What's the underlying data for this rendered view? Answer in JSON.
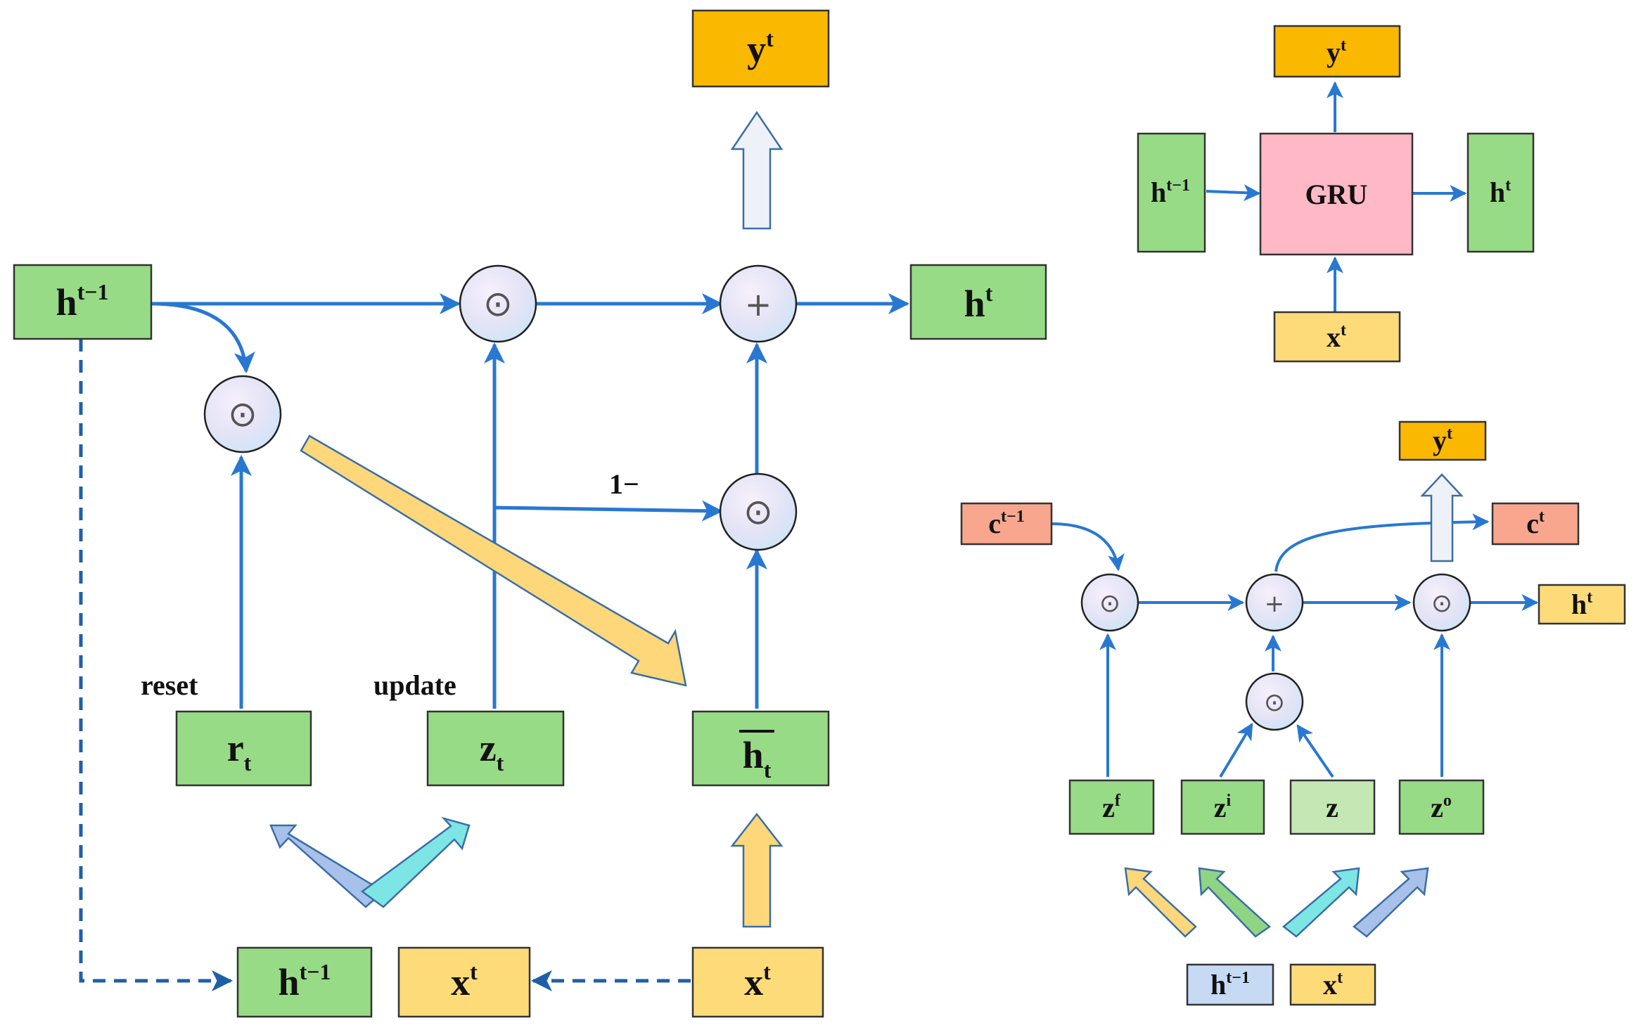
{
  "colors": {
    "green": "#98db86",
    "light_green": "#c4e8b4",
    "yellow": "#fedb79",
    "orange": "#fbb800",
    "salmon": "#f8a68e",
    "pink": "#ffb8c6",
    "light_blue": "#c6daf4",
    "arrow_blue": "#2878d2",
    "fat_blue": "#a8c1ea",
    "fat_cyan": "#7de6e4",
    "fat_yellow": "#fdd77a",
    "fat_green": "#8fd482",
    "fat_white": "#eef2f8"
  },
  "main": {
    "h_prev": {
      "base": "h",
      "sup": "t−1"
    },
    "h_t": {
      "base": "h",
      "sup": "t"
    },
    "y_t": {
      "base": "y",
      "sup": "t"
    },
    "r_t": {
      "base": "r",
      "sub": "t"
    },
    "z_t": {
      "base": "z",
      "sub": "t"
    },
    "h_bar": {
      "base": "h",
      "sub": "t"
    },
    "h_prev_bottom": {
      "base": "h",
      "sup": "t−1"
    },
    "x_mid": {
      "base": "x",
      "sup": "t"
    },
    "x_right": {
      "base": "x",
      "sup": "t"
    },
    "reset_label": "reset",
    "update_label": "update",
    "one_minus": "1−",
    "odot": "⊙",
    "plus": "+"
  },
  "gru": {
    "title": "GRU",
    "h_prev": {
      "base": "h",
      "sup": "t−1"
    },
    "h_t": {
      "base": "h",
      "sup": "t"
    },
    "y_t": {
      "base": "y",
      "sup": "t"
    },
    "x_t": {
      "base": "x",
      "sup": "t"
    }
  },
  "lstm": {
    "c_prev": {
      "base": "c",
      "sup": "t−1"
    },
    "c_t": {
      "base": "c",
      "sup": "t"
    },
    "h_t": {
      "base": "h",
      "sup": "t"
    },
    "y_t": {
      "base": "y",
      "sup": "t"
    },
    "z_f": {
      "base": "z",
      "sup": "f"
    },
    "z_i": {
      "base": "z",
      "sup": "i"
    },
    "z": {
      "base": "z"
    },
    "z_o": {
      "base": "z",
      "sup": "o"
    },
    "h_prev": {
      "base": "h",
      "sup": "t−1"
    },
    "x_t": {
      "base": "x",
      "sup": "t"
    }
  }
}
